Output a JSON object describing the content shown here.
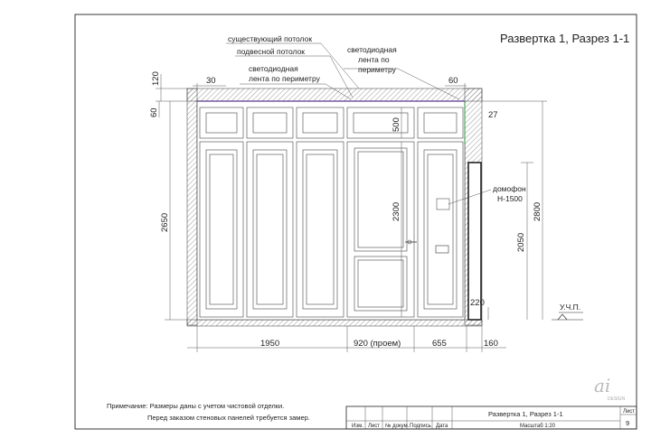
{
  "title": "Развертка 1, Разрез 1-1",
  "annotations": {
    "existing_ceiling": "существующий потолок",
    "suspended_ceiling": "подвесной потолок",
    "led_strip_left": "светодиодная лента по периметру",
    "led_strip_right": "светодиодная лента по периметру",
    "intercom": "домофон Н-1500",
    "floor_mark": "У.Ч.П."
  },
  "dimensions": {
    "top_left_offset": "30",
    "top_right_offset": "60",
    "ceiling_gap": "120",
    "cornice": "60",
    "left_height": "2650",
    "top_panel": "500",
    "door_height": "2300",
    "right_height": "2800",
    "opening_height": "2050",
    "side_gap": "27",
    "base": "220",
    "bottom_left": "1950",
    "bottom_opening": "920 (проем)",
    "bottom_right": "655",
    "bottom_end": "160"
  },
  "notes": {
    "line1": "Примечание: Размеры даны с учетом чистовой отделки.",
    "line2": "Перед заказом стеновых панелей требуется замер."
  },
  "title_block": {
    "logo": "ai DESIGN",
    "sheet_label": "Лист",
    "sheet_number": "9",
    "drawing_name": "Развертка 1, Разрез 1-1",
    "scale": "Масштаб 1:20",
    "col_izm": "Изм.",
    "col_list": "Лист",
    "col_doc": "№ докум.",
    "col_sign": "Подпись",
    "col_date": "Дата"
  }
}
